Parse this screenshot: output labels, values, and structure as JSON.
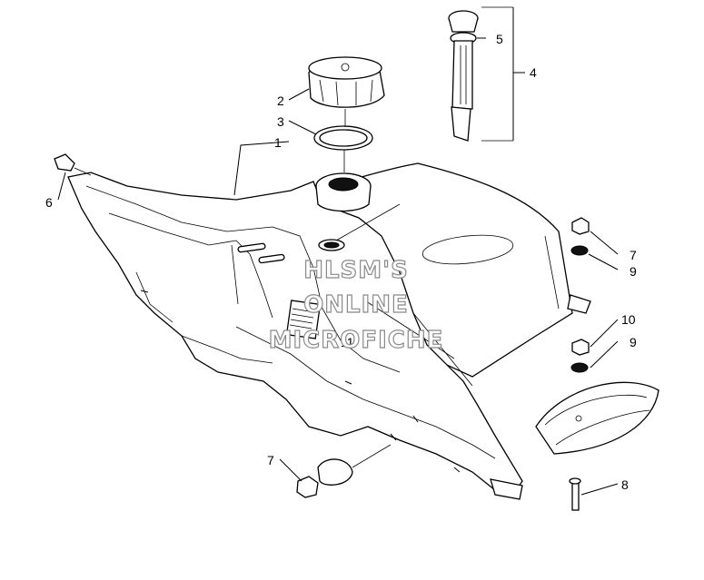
{
  "callouts": [
    {
      "id": "1",
      "label": "1"
    },
    {
      "id": "2",
      "label": "2"
    },
    {
      "id": "3",
      "label": "3"
    },
    {
      "id": "4",
      "label": "4"
    },
    {
      "id": "5",
      "label": "5"
    },
    {
      "id": "6",
      "label": "6"
    },
    {
      "id": "7a",
      "label": "7"
    },
    {
      "id": "7b",
      "label": "7"
    },
    {
      "id": "8",
      "label": "8"
    },
    {
      "id": "9a",
      "label": "9"
    },
    {
      "id": "9b",
      "label": "9"
    },
    {
      "id": "10",
      "label": "10"
    },
    {
      "id": "11",
      "label": "11"
    }
  ],
  "watermark": {
    "line1": "HLSM'S",
    "line2": "ONLINE",
    "line3": "MICROFICHE"
  }
}
